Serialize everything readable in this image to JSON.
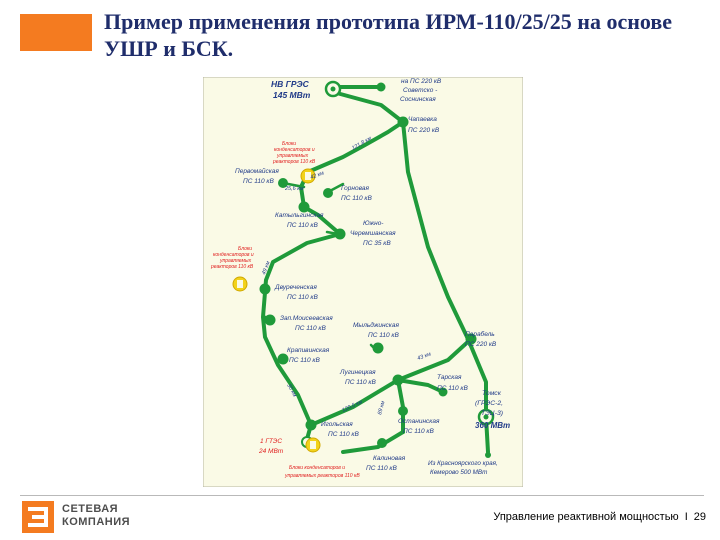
{
  "slide": {
    "title": "Пример применения прототипа ИРМ-110/25/25 на основе УШР и БСК.",
    "footer": {
      "subject": "Управление реактивной мощностью",
      "separator": "I",
      "page": "29"
    },
    "logo": {
      "line1": "СЕТЕВАЯ",
      "line2": "КОМПАНИЯ"
    }
  },
  "colors": {
    "accent": "#f47b20",
    "title": "#1f2d6b",
    "map_bg": "#fafae6",
    "line": "#1f9a3a",
    "node": "#1f9a3a",
    "warning": "#e02020",
    "unit": "#f2d21b"
  },
  "map": {
    "nodes": [
      {
        "id": "nv-gres",
        "label1": "НВ ГРЭС",
        "label2": "145 МВт",
        "type": "plant"
      },
      {
        "id": "to-220",
        "label1": "на ПС 220 кВ",
        "label2": "Советско -",
        "label3": "Соснинская"
      },
      {
        "id": "chapaevka",
        "label1": "Чапаевка",
        "label2": "ПС 220 кВ"
      },
      {
        "id": "pervomaiskaya",
        "label1": "Первомайская",
        "label2": "ПС 110 кВ"
      },
      {
        "id": "gornovaya",
        "label1": "Горновая",
        "label2": "ПС 110 кВ"
      },
      {
        "id": "katylginskaya",
        "label1": "Катыльгинская",
        "label2": "ПС 110 кВ"
      },
      {
        "id": "yuzhno-cheremshanskaya",
        "label1": "Южно-",
        "label2": "Черемшанская",
        "label3": "ПС 35 кВ"
      },
      {
        "id": "dvurechenskaya",
        "label1": "Двуреченская",
        "label2": "ПС 110 кВ"
      },
      {
        "id": "zap-moiseevskaya",
        "label1": "Зап.Моисеевская",
        "label2": "ПС 110 кВ"
      },
      {
        "id": "myldzhinskaya",
        "label1": "Мыльджинская",
        "label2": "ПС 110 кВ"
      },
      {
        "id": "parabel",
        "label1": "Парабель",
        "label2": "ПС 220 кВ"
      },
      {
        "id": "krapivinskaya",
        "label1": "Крапивинская",
        "label2": "ПС 110 кВ"
      },
      {
        "id": "luginetskaya",
        "label1": "Лугинецкая",
        "label2": "ПС 110 кВ"
      },
      {
        "id": "tarskaya",
        "label1": "Тарская",
        "label2": "ПС 110 кВ"
      },
      {
        "id": "igolskaya",
        "label1": "Игольская",
        "label2": "ПС 110 кВ"
      },
      {
        "id": "ostaninskaya",
        "label1": "Останинская",
        "label2": "ПС 110 кВ"
      },
      {
        "id": "tomsk",
        "label1": "Томск",
        "label2": "(ГРЭС-2,",
        "label3": "ТЭЦ-3)",
        "label4": "360 МВт"
      },
      {
        "id": "kalinovaya",
        "label1": "Калиновая",
        "label2": "ПС 110 кВ"
      },
      {
        "id": "gts",
        "label1": "1 ГТЭС",
        "label2": "24 МВт",
        "type": "plant"
      },
      {
        "id": "kras-kem",
        "label1": "Из Красноярского края,",
        "label2": "Кемерово 500 МВт"
      }
    ],
    "unit_notes": [
      {
        "text1": "Блоки",
        "text2": "конденсаторов и",
        "text3": "управляемых",
        "text4": "реакторов 110 кВ"
      },
      {
        "text1": "Блоки",
        "text2": "конденсаторов и",
        "text3": "управляемых",
        "text4": "реакторов 110 кВ"
      },
      {
        "text1": "Блоки конденсаторов и",
        "text2": "управляемых реакторов 110 кВ"
      }
    ],
    "distances": [
      "121,8 км",
      "42 км",
      "25,6 км",
      "49 км",
      "30 км",
      "120,5 км",
      "89 км",
      "43 км"
    ]
  }
}
